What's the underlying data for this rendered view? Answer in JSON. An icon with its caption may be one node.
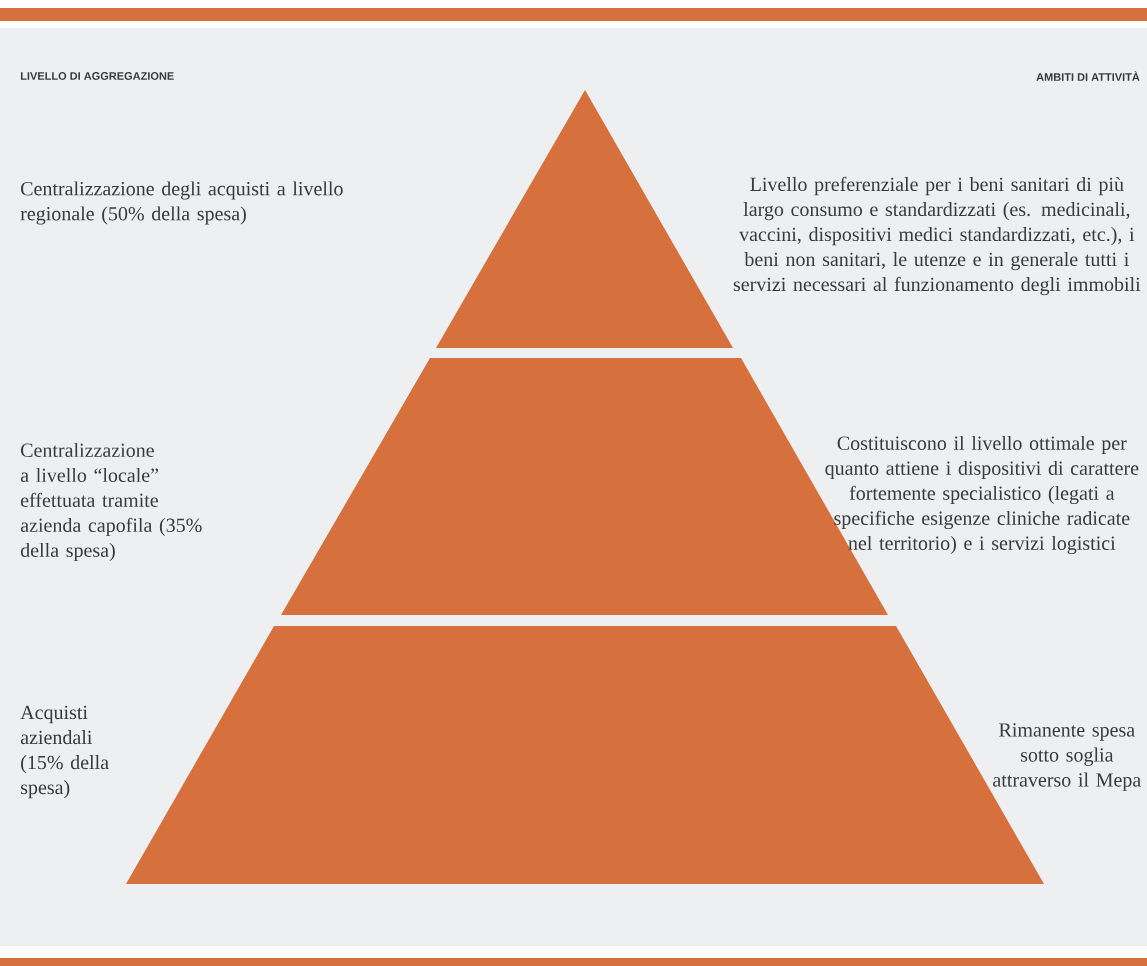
{
  "diagram": {
    "nodes": [
      {
        "text": [],
        "shape": "triangle"
      },
      {
        "text": [],
        "shape": "trapezoid"
      },
      {
        "text": [],
        "shape": "trapezoid"
      }
    ],
    "labels": [
      "LIVELLO DI AGGREGAZIONE",
      "AMBITI DI ATTIVITÀ",
      "Centralizzazione degli acquisti a livello regionale (50% della spesa)",
      "Livello preferenziale per i beni sanitari di più largo consumo e standardizzati (es. medicinali, vaccini, dispositivi medici standardizzati, etc.), i beni non sanitari, le utenze e in generale tutti i servizi necessari al funzionamento degli immobili",
      "Centralizzazione a livello “locale” effettuata tramite azienda capofila (35% della spesa)",
      "Costituiscono il livello ottimale per quanto attiene i dispositivi di carattere fortemente specialistico (legati a specifiche esigenze cliniche radicate nel territorio) e i servizi logistici",
      "Acquisti aziendali (15% della spesa)",
      "Rimanente spesa sotto soglia attraverso il Mepa"
    ]
  }
}
